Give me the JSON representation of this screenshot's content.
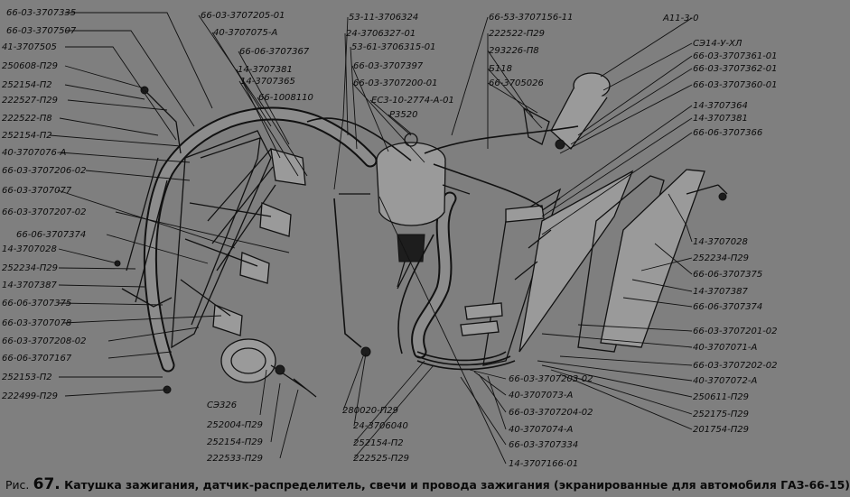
{
  "caption": {
    "prefix": "Рис.",
    "number": "67.",
    "text": "Катушка зажигания, датчик-распределитель, свечи и провода зажигания (экранированные для автомобиля ГАЗ-66-15)"
  },
  "callouts": {
    "left": [
      "66-03-3707335",
      "66-03-3707507",
      "41-3707505",
      "250608-П29",
      "252154-П2",
      "222527-П29",
      "222522-П8",
      "252154-П2",
      "40-3707076-А",
      "66-03-3707206-02",
      "66-03-3707077",
      "66-03-3707207-02",
      "66-06-3707374",
      "14-3707028",
      "252234-П29",
      "14-3707387",
      "66-06-3707375",
      "66-03-3707078",
      "66-03-3707208-02",
      "66-06-3707167",
      "252153-П2",
      "222499-П29"
    ],
    "top": [
      "66-03-3707205-01",
      "40-3707075-А",
      "66-06-3707367",
      "14-3707381",
      "14-3707365",
      "66-1008110",
      "53-11-3706324",
      "24-3706327-01",
      "53-61-3706315-01",
      "66-03-3707397",
      "66-03-3707200-01",
      "ЕС3-10-2774-А-01",
      "Р3520"
    ],
    "right_top": [
      "66-53-3707156-11",
      "222522-П29",
      "293226-П8",
      "Б118",
      "66-3705026",
      "А11-3-0",
      "СЭ14-У-ХЛ",
      "66-03-3707361-01",
      "66-03-3707362-01",
      "66-03-3707360-01",
      "14-3707364",
      "14-3707381",
      "66-06-3707366"
    ],
    "right": [
      "14-3707028",
      "252234-П29",
      "66-06-3707375",
      "14-3707387",
      "66-06-3707374",
      "66-03-3707201-02",
      "40-3707071-А",
      "66-03-3707202-02",
      "40-3707072-А",
      "250611-П29",
      "252175-П29",
      "201754-П29"
    ],
    "bottom_center": [
      "СЭ326",
      "252004-П29",
      "252154-П29",
      "222533-П29",
      "280020-П29",
      "24-3706040",
      "252154-П2",
      "222525-П29",
      "66-03-3707203-02",
      "40-3707073-А",
      "66-03-3707204-02",
      "40-3707074-А",
      "66-03-3707334",
      "14-3707166-01"
    ]
  }
}
